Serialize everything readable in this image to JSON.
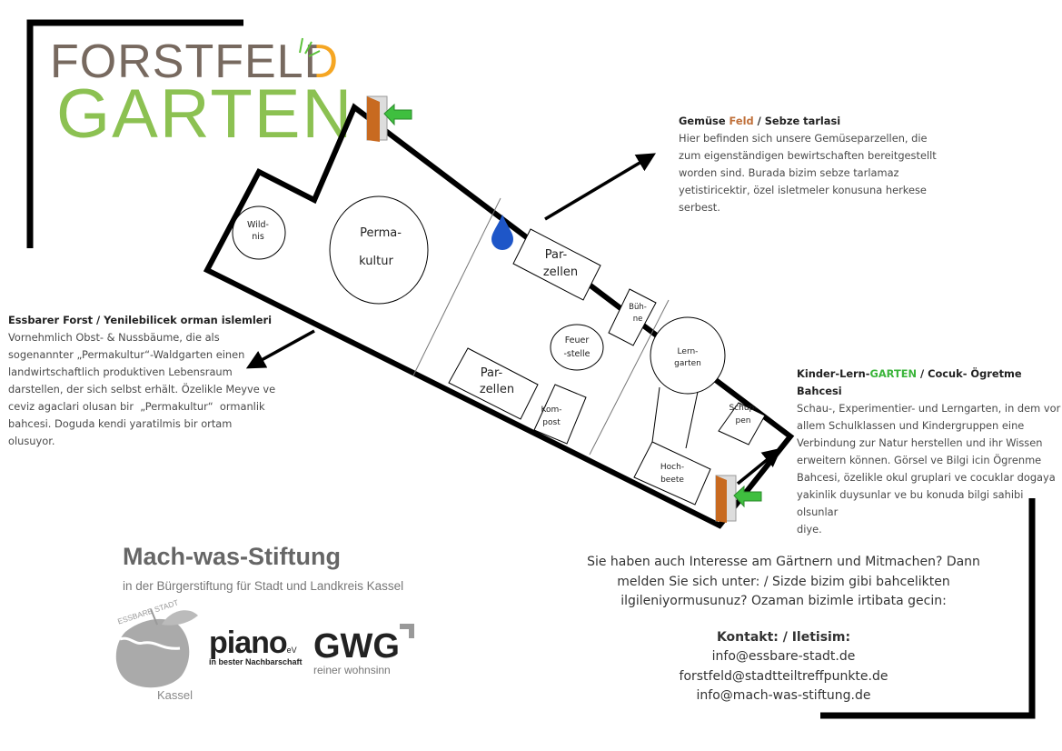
{
  "logo": {
    "line1_a": "FORST",
    "line1_b": "FEL",
    "line1_c": "D",
    "line2": "GARTEN"
  },
  "colors": {
    "logo_gray": "#77695f",
    "logo_green": "#8cc152",
    "logo_sun": "#f5a623",
    "feld_orange": "#c0703a",
    "garten_green": "#3bb53b",
    "water_blue": "#1e56c8",
    "door_brown": "#c86a20",
    "arrow_green": "#3fbf3f"
  },
  "map": {
    "wildnis": [
      "Wild-",
      "nis"
    ],
    "permakultur": [
      "Perma-",
      "kultur"
    ],
    "parzellen_top": [
      "Par-",
      "zellen"
    ],
    "parzellen_bottom": [
      "Par-",
      "zellen"
    ],
    "buehne": [
      "Büh-",
      "ne"
    ],
    "feuerstelle": [
      "Feuer",
      "-stelle"
    ],
    "lerngarten": [
      "Lern-",
      "garten"
    ],
    "kompost": [
      "Kom-",
      "post"
    ],
    "schuppen": [
      "Schup-",
      "pen"
    ],
    "hochbeete": [
      "Hoch-",
      "beete"
    ]
  },
  "gemuese": {
    "title_a": "Gemüse ",
    "title_b": "Feld",
    "title_c": " / Sebze tarlasi",
    "lines": [
      "Hier befinden sich unsere Gemüseparzellen, die",
      "zum eigenständigen bewirtschaften bereitgestellt",
      "worden sind. Burada bizim sebze tarlamaz",
      "yetistiricektir, özel isletmeler konusuna herkese",
      "serbest."
    ]
  },
  "forst": {
    "title": "Essbarer Forst / Yenilebilicek orman islemleri",
    "lines": [
      "Vornehmlich Obst- & Nussbäume, die als",
      "sogenannter „Permakultur“-Waldgarten einen",
      "landwirtschaftlich produktiven Lebensraum",
      "darstellen, der sich selbst erhält. Özelikle Meyve ve",
      "ceviz agaclari olusan bir  „Permakultur“  ormanlik",
      "bahcesi. Doguda kendi yaratilmis bir ortam",
      "olusuyor."
    ]
  },
  "kinder": {
    "title_a": "Kinder-Lern-",
    "title_b": "GARTEN",
    "title_c": " / Cocuk- Ögretme Bahcesi",
    "lines": [
      "Schau-, Experimentier- und Lerngarten, in dem vor",
      "allem Schulklassen und Kindergruppen eine",
      "Verbindung zur Natur herstellen und ihr Wissen",
      "erweitern können. Görsel ve Bilgi icin Ögrenme",
      "Bahcesi, özelikle okul gruplari ve cocuklar dogaya",
      "yakinlik duysunlar ve bu konuda bilgi sahibi olsunlar",
      "diye."
    ]
  },
  "sponsors": {
    "title": "Mach-was-Stiftung",
    "subtitle": "in der Bürgerstiftung für Stadt und Landkreis Kassel",
    "essbare_stadt": {
      "top": "ESSBARE STADT",
      "city": "Kassel"
    },
    "piano": {
      "name": "piano",
      "suffix": "eV",
      "tagline": "in bester Nachbarschaft"
    },
    "gwg": {
      "name": "GWG",
      "tagline": "reiner wohnsinn"
    }
  },
  "contact": {
    "intro": [
      "Sie haben auch Interesse am Gärtnern und Mitmachen? Dann",
      "melden Sie sich unter: / Sizde bizim gibi bahcelikten",
      "ilgileniyormusunuz? Ozaman bizimle irtibata gecin:"
    ],
    "heading": "Kontakt: / Iletisim:",
    "emails": [
      "info@essbare-stadt.de",
      "forstfeld@stadtteiltreffpunkte.de",
      "info@mach-was-stiftung.de"
    ]
  }
}
